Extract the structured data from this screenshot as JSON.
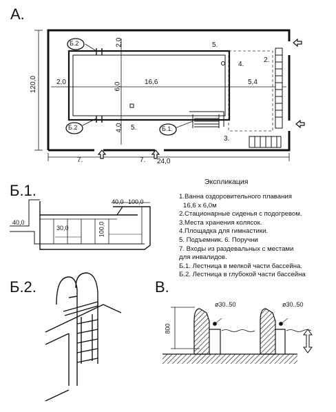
{
  "sections": {
    "a": "А.",
    "b1": "Б.1.",
    "b2": "Б.2.",
    "v": "В."
  },
  "plan": {
    "dims": {
      "overall_width": "24,0",
      "overall_height": "120,0",
      "pool_length": "16,6",
      "pool_width": "6,0",
      "left_gap": "2,0",
      "right_gap": "5,4",
      "top_gap": "2,0",
      "bottom_gap": "4,0"
    },
    "zone_labels": {
      "z2": "2.",
      "z3": "3.",
      "z4": "4.",
      "z5_top": "5.",
      "z5_bottom": "5.",
      "entry_left": "7.",
      "entry_right": "7."
    },
    "callouts": {
      "b2_top": "Б.2",
      "b2_bottom": "Б.2",
      "b1": "Б.1."
    }
  },
  "ladder_b1": {
    "dims": [
      "40,0",
      "100,0",
      "40,0",
      "30,0",
      "100,0"
    ]
  },
  "section_v": {
    "dia_left": "ø30..50",
    "dia_right": "ø30..50",
    "height": "800"
  },
  "legend": {
    "title": "Экспликация",
    "items": [
      "1.Ванна оздоровительного плавания",
      "16,6 х 6,0м",
      "2.Стационарные сиденья с подогревом.",
      "3.Места хранения колясок.",
      "4.Площадка для гимнастики.",
      "5. Подъемник. 6. Поручни",
      "7. Входы из раздевальных с местами",
      "для инвалидов.",
      "Б.1. Лестница в мелкой части бассейна.",
      "Б.2. Лестница в глубокой части бассейна"
    ]
  }
}
